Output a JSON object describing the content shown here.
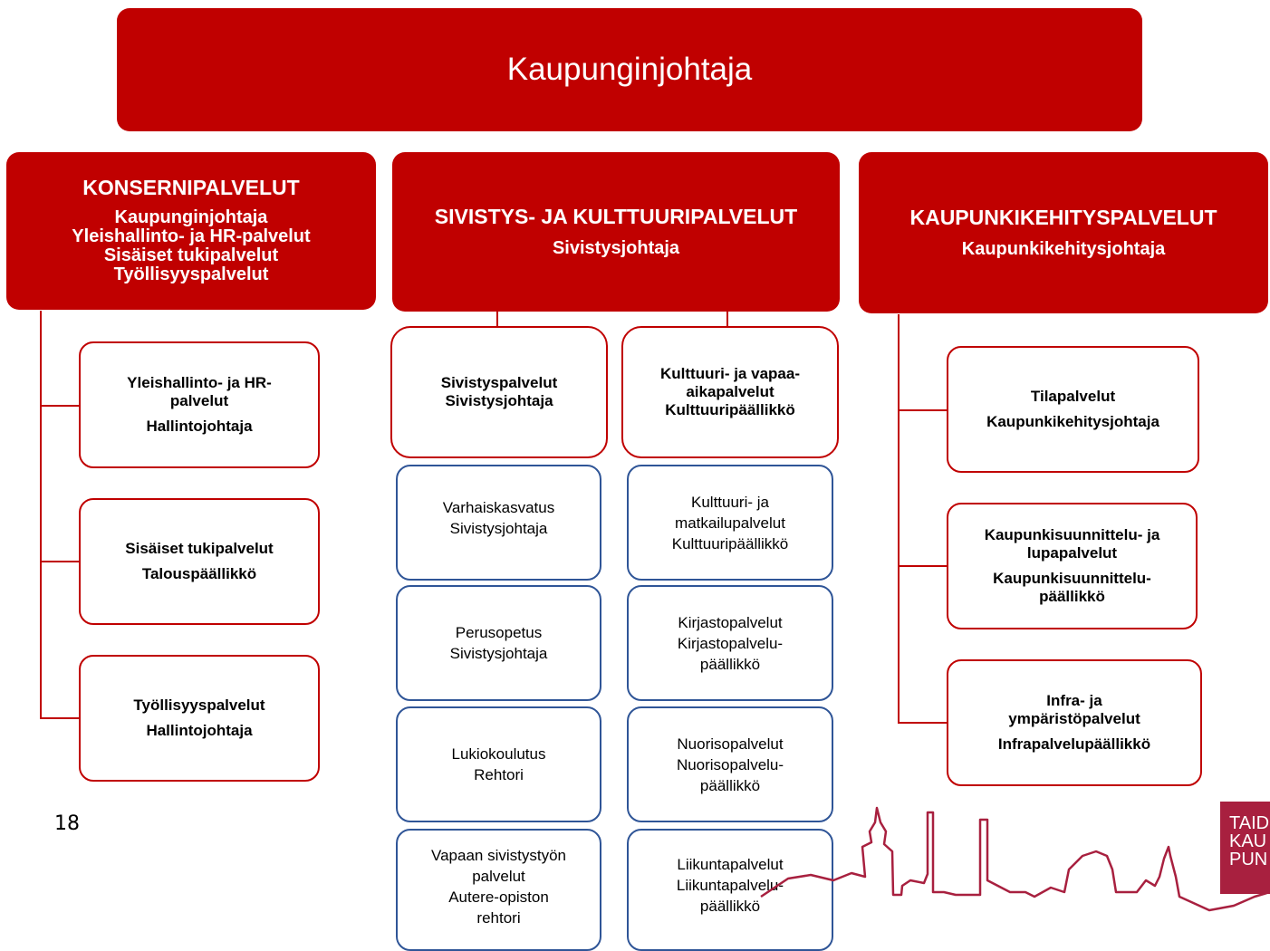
{
  "top": {
    "title": "Kaupunginjohtaja"
  },
  "konserni": {
    "heading": "KONSERNIPALVELUT",
    "lines": [
      "Kaupunginjohtaja",
      "Yleishallinto- ja HR-palvelut",
      "Sisäiset tukipalvelut",
      "Työllisyyspalvelut"
    ],
    "units": [
      {
        "lines": [
          "Yleishallinto- ja HR-",
          "palvelut"
        ],
        "leader": "Hallintojohtaja"
      },
      {
        "lines": [
          "Sisäiset tukipalvelut"
        ],
        "leader": "Talouspäällikkö"
      },
      {
        "lines": [
          "Työllisyyspalvelut"
        ],
        "leader": "Hallintojohtaja"
      }
    ]
  },
  "sivistys": {
    "heading": "SIVISTYS- JA KULTTUURIPALVELUT",
    "leader": "Sivistysjohtaja",
    "left": {
      "head": [
        "Sivistyspalvelut",
        "Sivistysjohtaja"
      ],
      "items": [
        [
          "Varhaiskasvatus",
          "Sivistysjohtaja"
        ],
        [
          "Perusopetus",
          "Sivistysjohtaja"
        ],
        [
          "Lukiokoulutus",
          "Rehtori"
        ],
        [
          "Vapaan sivistystyön",
          "palvelut",
          "Autere-opiston",
          "rehtori"
        ]
      ]
    },
    "right": {
      "head": [
        "Kulttuuri- ja vapaa-",
        "aikapalvelut",
        "Kulttuuripäällikkö"
      ],
      "items": [
        [
          "Kulttuuri- ja",
          "matkailupalvelut",
          "Kulttuuripäällikkö"
        ],
        [
          "Kirjastopalvelut",
          "Kirjastopalvelu-",
          "päällikkö"
        ],
        [
          "Nuorisopalvelut",
          "Nuorisopalvelu-",
          "päällikkö"
        ],
        [
          "Liikuntapalvelut",
          "Liikuntapalvelu-",
          "päällikkö"
        ]
      ]
    }
  },
  "kaupunkikehitys": {
    "heading": "KAUPUNKIKEHITYSPALVELUT",
    "leader": "Kaupunkikehitysjohtaja",
    "units": [
      {
        "lines": [
          "Tilapalvelut"
        ],
        "leader": [
          "Kaupunkikehitysjohtaja"
        ]
      },
      {
        "lines": [
          "Kaupunkisuunnittelu- ja",
          "lupapalvelut"
        ],
        "leader": [
          "Kaupunkisuunnittelu-",
          "päällikkö"
        ]
      },
      {
        "lines": [
          "Infra- ja",
          "ympäristöpalvelut"
        ],
        "leader": [
          "Infrapalvelupäällikkö"
        ]
      }
    ]
  },
  "footer": {
    "page_number": "18",
    "logo_lines": [
      "TAID",
      "KAU",
      "PUN"
    ]
  },
  "colors": {
    "accent": "#c00000",
    "blue_border": "#2f5597"
  }
}
